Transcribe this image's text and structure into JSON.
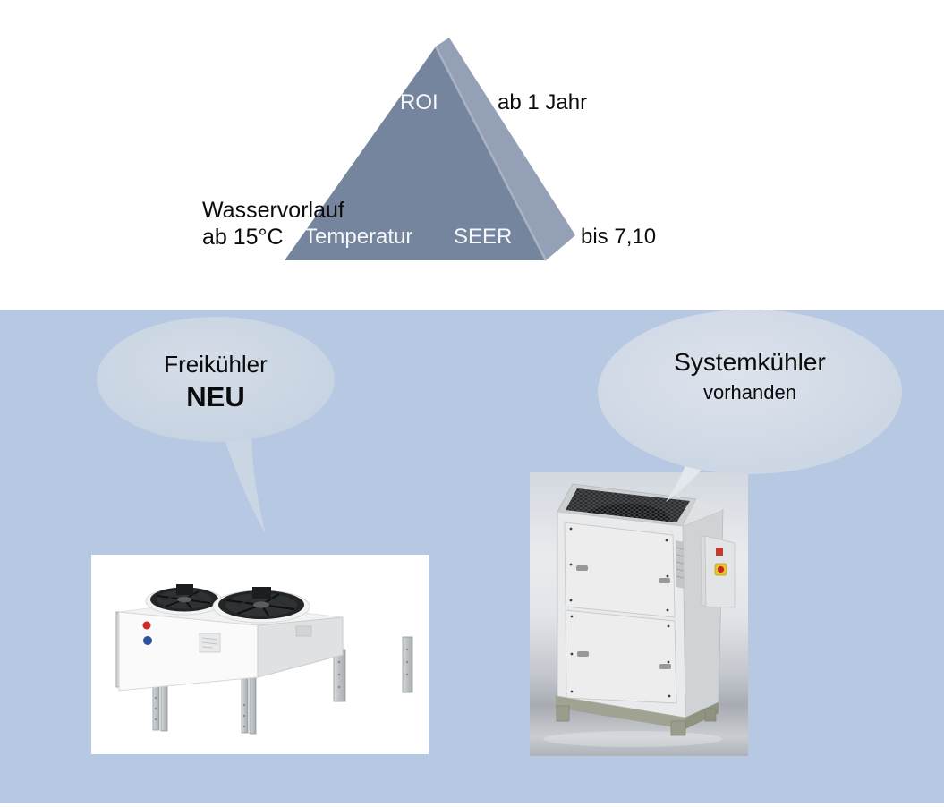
{
  "pyramid": {
    "labels": {
      "roi": "ROI",
      "roi_value": "ab 1 Jahr",
      "left_line1": "Wasservorlauf",
      "left_line2": "ab 15°C",
      "temperatur": "Temperatur",
      "seer": "SEER",
      "seer_value": "bis 7,10"
    },
    "colors": {
      "front_face": "#76859e",
      "bevel_face": "#93a0b6",
      "edge_highlight": "#a9b3c5"
    }
  },
  "panel": {
    "background": "#b6c8e2"
  },
  "bubbles": {
    "left": {
      "line1": "Freikühler",
      "line2": "NEU"
    },
    "right": {
      "line1": "Systemkühler",
      "line2": "vorhanden"
    }
  },
  "illustrations": {
    "left": {
      "name": "free-cooler (dry cooler with two fans)"
    },
    "right": {
      "name": "system cooler cabinet (existing chiller)"
    }
  }
}
